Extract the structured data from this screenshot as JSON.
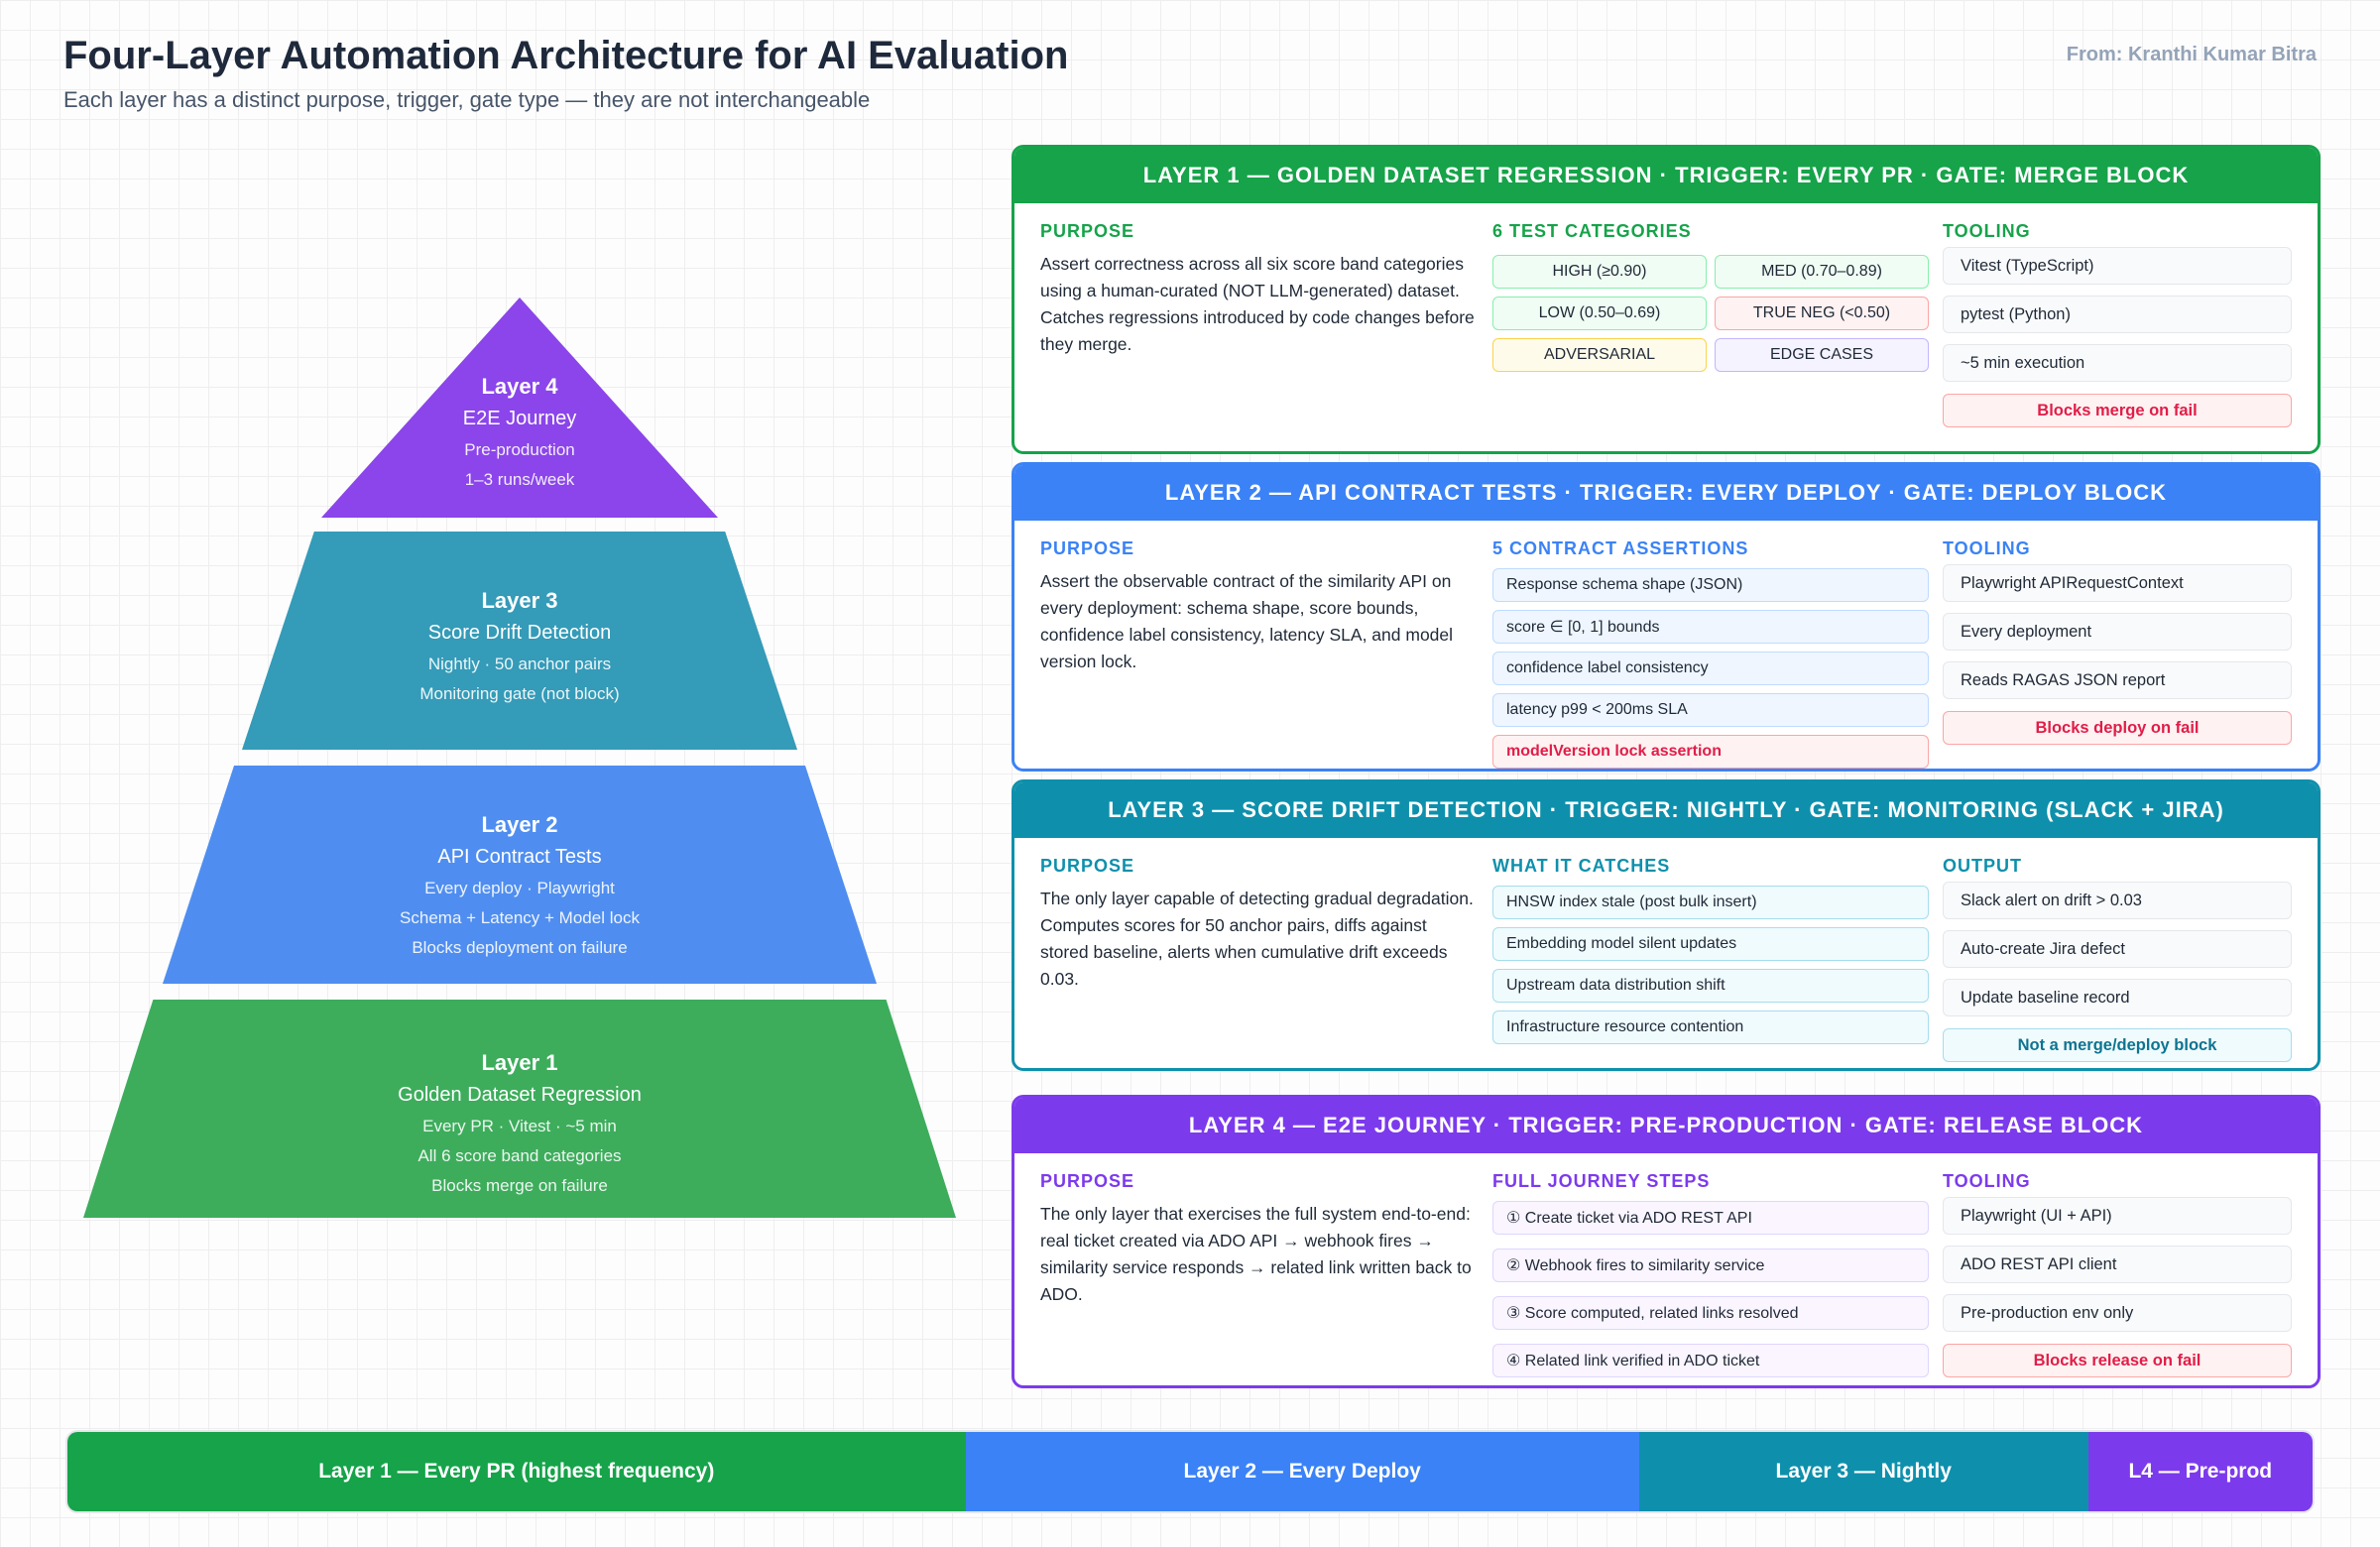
{
  "header": {
    "title": "Four-Layer Automation Architecture for AI Evaluation",
    "subtitle": "Each layer has a distinct purpose, trigger, gate type — they are not interchangeable",
    "author": "From: Kranthi Kumar Bitra"
  },
  "colors": {
    "layer1": "#16a34a",
    "layer2": "#3b82f6",
    "layer3": "#0e90ac",
    "layer4": "#7c3aed",
    "alert_red": "#e11d48"
  },
  "pyramid": {
    "layer4": {
      "title": "Layer 4",
      "name": "E2E Journey",
      "lines": [
        "Pre-production",
        "1–3 runs/week"
      ]
    },
    "layer3": {
      "title": "Layer 3",
      "name": "Score Drift Detection",
      "lines": [
        "Nightly · 50 anchor pairs",
        "Monitoring gate (not block)"
      ]
    },
    "layer2": {
      "title": "Layer 2",
      "name": "API Contract Tests",
      "lines": [
        "Every deploy · Playwright",
        "Schema + Latency + Model lock",
        "Blocks deployment on failure"
      ]
    },
    "layer1": {
      "title": "Layer 1",
      "name": "Golden Dataset Regression",
      "lines": [
        "Every PR · Vitest · ~5 min",
        "All 6 score band categories",
        "Blocks merge on failure"
      ]
    }
  },
  "cards": {
    "layer1": {
      "header": "LAYER 1 — GOLDEN DATASET REGRESSION · TRIGGER: EVERY PR · GATE: MERGE BLOCK",
      "purpose_label": "PURPOSE",
      "purpose": "Assert correctness across all six score band categories using a human-curated (NOT LLM-generated) dataset. Catches regressions introduced by code changes before they merge.",
      "middle_label": "6 TEST CATEGORIES",
      "categories": [
        "HIGH (≥0.90)",
        "MED (0.70–0.89)",
        "LOW (0.50–0.69)",
        "TRUE NEG (<0.50)",
        "ADVERSARIAL",
        "EDGE CASES"
      ],
      "tooling_label": "TOOLING",
      "tooling": [
        "Vitest (TypeScript)",
        "pytest (Python)",
        "~5 min execution"
      ],
      "gate": "Blocks merge on fail"
    },
    "layer2": {
      "header": "LAYER 2 — API CONTRACT TESTS · TRIGGER: EVERY DEPLOY · GATE: DEPLOY BLOCK",
      "purpose_label": "PURPOSE",
      "purpose": "Assert the observable contract of the similarity API on every deployment: schema shape, score bounds, confidence label consistency, latency SLA, and model version lock.",
      "middle_label": "5 CONTRACT ASSERTIONS",
      "assertions": [
        "Response schema shape (JSON)",
        "score ∈ [0, 1] bounds",
        "confidence label consistency",
        "latency p99 < 200ms SLA",
        "modelVersion lock assertion"
      ],
      "tooling_label": "TOOLING",
      "tooling": [
        "Playwright APIRequestContext",
        "Every deployment",
        "Reads RAGAS JSON report"
      ],
      "gate": "Blocks deploy on fail"
    },
    "layer3": {
      "header": "LAYER 3 — SCORE DRIFT DETECTION · TRIGGER: NIGHTLY · GATE: MONITORING (SLACK + JIRA)",
      "purpose_label": "PURPOSE",
      "purpose": "The only layer capable of detecting gradual degradation. Computes scores for 50 anchor pairs, diffs against stored baseline, alerts when cumulative drift exceeds 0.03.",
      "middle_label": "WHAT IT CATCHES",
      "catches": [
        "HNSW index stale (post bulk insert)",
        "Embedding model silent updates",
        "Upstream data distribution shift",
        "Infrastructure resource contention"
      ],
      "tooling_label": "OUTPUT",
      "tooling": [
        "Slack alert on drift > 0.03",
        "Auto-create Jira defect",
        "Update baseline record"
      ],
      "gate": "Not a merge/deploy block"
    },
    "layer4": {
      "header": "LAYER 4 — E2E JOURNEY · TRIGGER: PRE-PRODUCTION · GATE: RELEASE BLOCK",
      "purpose_label": "PURPOSE",
      "purpose": "The only layer that exercises the full system end-to-end: real ticket created via ADO API → webhook fires → similarity service responds → related link written back to ADO.",
      "middle_label": "FULL JOURNEY STEPS",
      "steps": [
        "① Create ticket via ADO REST API",
        "② Webhook fires to similarity service",
        "③ Score computed, related links resolved",
        "④ Related link verified in ADO ticket"
      ],
      "tooling_label": "TOOLING",
      "tooling": [
        "Playwright (UI + API)",
        "ADO REST API client",
        "Pre-production env only"
      ],
      "gate": "Blocks release on fail"
    }
  },
  "frequency_bar": [
    {
      "label": "Layer 1 — Every PR (highest frequency)",
      "share": 40
    },
    {
      "label": "Layer 2 — Every Deploy",
      "share": 30
    },
    {
      "label": "Layer 3 — Nightly",
      "share": 20
    },
    {
      "label": "L4 — Pre-prod",
      "share": 10
    }
  ]
}
